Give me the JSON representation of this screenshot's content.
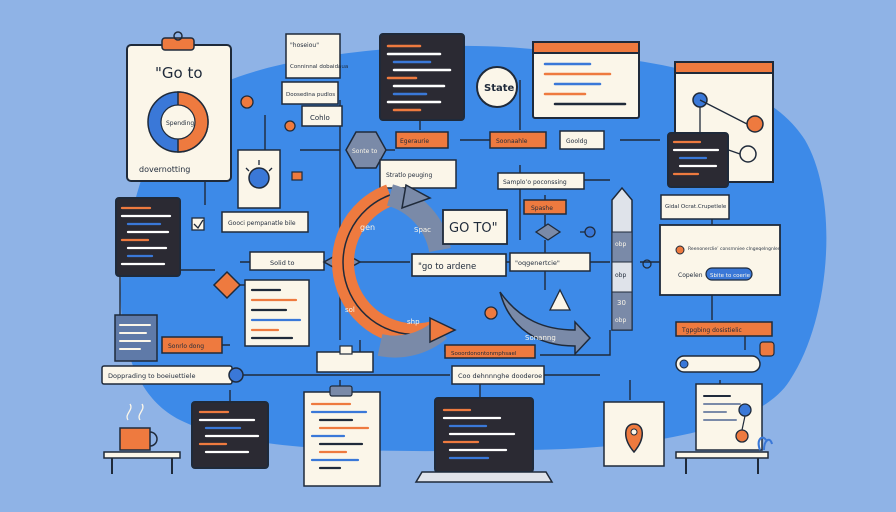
{
  "colors": {
    "background": "#8fb3e6",
    "blob": "#3d8ae8",
    "ink": "#1f2a3a",
    "orange": "#ee7a3f",
    "paper": "#fbf6e9",
    "code_bg": "#2b2a33",
    "blue_accent": "#3a78d8"
  },
  "clipboard": {
    "title": "\"Go to",
    "donut_label": "Spending",
    "caption": "dovernotting"
  },
  "center": {
    "goto_box": "GO TO\"",
    "goto_alone": "\"go to ardene",
    "spac": "Spac",
    "gen": "gen",
    "sol": "sol",
    "shp": "shp",
    "stamp": "Sonanng"
  },
  "state_label": "State",
  "labels": {
    "top_note": "\"hoseiou\"",
    "top_note2": "Conninnal dobaidaua",
    "stack_a": "Doosedina pudlos",
    "stack_b": "Cohlo",
    "hex": "Sonte to",
    "gen_orange": "Egeraurie",
    "stack_c": "Stratlo peuging",
    "sampling": "Samplo’o poconssing",
    "goold": "Gooldg",
    "soonahle": "Soonaahle",
    "spashe": "Spashe",
    "small_code_label": "Gooci pempanatle bile",
    "solid_to": "Solid to",
    "genertcie": "\"oqgenertcie\"",
    "gidal": "Gidal Ocrat.Crupetlele",
    "reenc": "Reenonerclie’ consrnniee clngeqelngnlen",
    "copeler": "Copelen",
    "sbite": "Sbite to coerie",
    "targeting": "Tgpgbing dosistielic",
    "sonrlo": "Sonrlo dong",
    "depending": "Dopprading to boeiuettiele",
    "cooordnal": "Sooordonontonmphsael",
    "con_der": "Coo dehnnnghe dooderoe",
    "side_a": "obp",
    "side_b": "obp",
    "side_c": "30",
    "side_d": "obp"
  }
}
